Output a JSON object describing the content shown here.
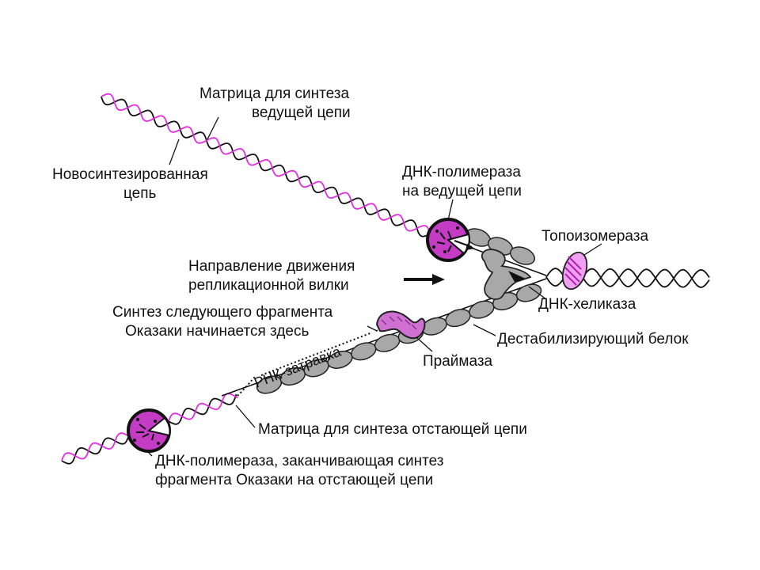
{
  "colors": {
    "dna_black": "#111111",
    "dna_magenta": "#e02ee0",
    "protein_gray": "#a8a8a8",
    "polymerase_magenta": "#cc33cc",
    "topoisomerase_magenta": "#e040e0"
  },
  "labels": {
    "leading_template": [
      "Матрица для синтеза",
      "ведущей цепи"
    ],
    "new_strand": [
      "Новосинтезированная",
      "цепь"
    ],
    "leading_polymerase": [
      "ДНК-полимераза",
      "на ведущей цепи"
    ],
    "topoisomerase": "Топоизомераза",
    "fork_direction": [
      "Направление движения",
      "репликационной вилки"
    ],
    "helicase": "ДНК-хеликаза",
    "okazaki_start": [
      "Синтез следующего фрагмента",
      "Оказаки начинается здесь"
    ],
    "ssb_protein": "Дестабилизирующий белок",
    "rna_primer": "РНК-затравка",
    "primase": "Праймаза",
    "lagging_template": "Матрица для синтеза отстающей цепи",
    "lagging_polymerase": [
      "ДНК-полимераза, заканчивающая синтез",
      "фрагмента Оказаки на отстающей цепи"
    ]
  }
}
